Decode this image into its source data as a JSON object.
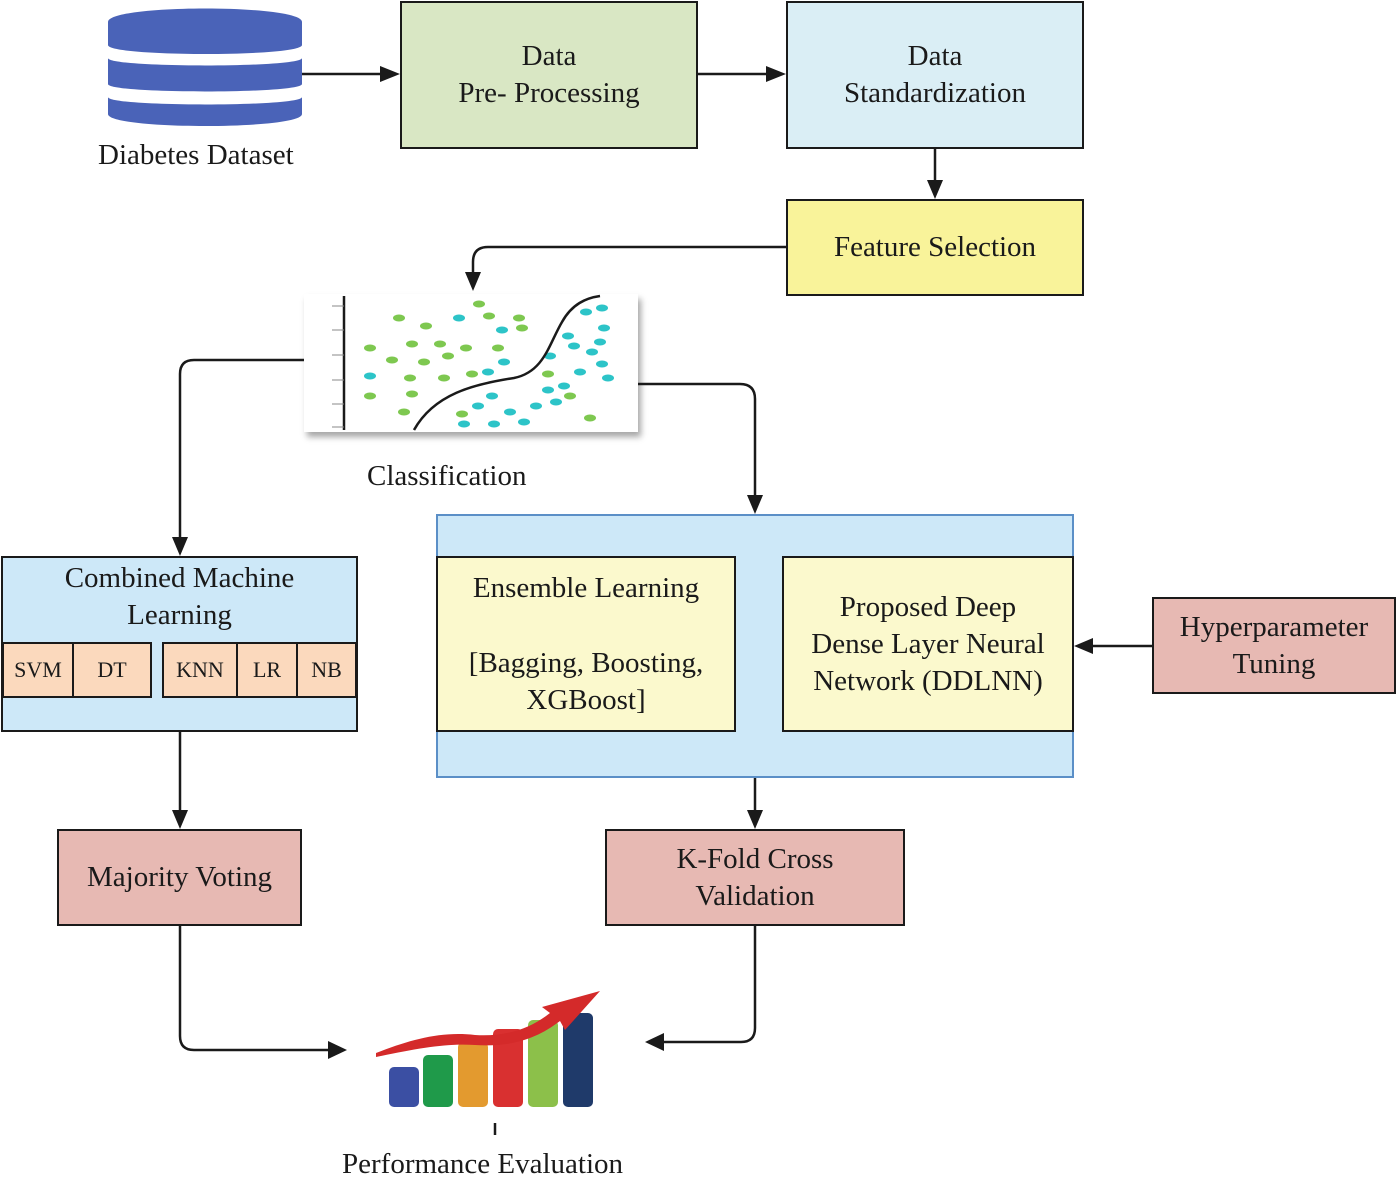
{
  "nodes": {
    "dataset_label": "Diabetes Dataset",
    "preprocessing": {
      "line1": "Data",
      "line2": "Pre- Processing"
    },
    "standardization": {
      "line1": "Data",
      "line2": "Standardization"
    },
    "feature_selection": "Feature Selection",
    "classification_label": "Classification",
    "combined_ml": {
      "line1": "Combined Machine",
      "line2": "Learning",
      "algorithms": [
        "SVM",
        "DT",
        "KNN",
        "LR",
        "NB"
      ]
    },
    "ensemble": {
      "line1": "Ensemble Learning",
      "line2": "[Bagging, Boosting,",
      "line3": "XGBoost]"
    },
    "ddlnn": {
      "line1": "Proposed Deep",
      "line2": "Dense Layer Neural",
      "line3": "Network (DDLNN)"
    },
    "hyperparameter": {
      "line1": "Hyperparameter",
      "line2": "Tuning"
    },
    "majority_voting": "Majority Voting",
    "kfold": {
      "line1": "K-Fold Cross",
      "line2": "Validation"
    },
    "performance_label": "Performance Evaluation"
  },
  "colors": {
    "preprocessing": "#d9e7c4",
    "standardization": "#daeef5",
    "feature_selection": "#f9f39a",
    "pink_boxes": "#e7b9b3",
    "container": "#cde8f8",
    "inner_boxes": "#fbf9cd",
    "algorithm_cells": "#fbd9bd",
    "database_icon": "#4a63b8",
    "scatter_green": "#7ec850",
    "scatter_cyan": "#2dc4c8",
    "chart_bars": [
      "#3b4fa3",
      "#1f9a4a",
      "#e39a2f",
      "#d93030",
      "#8cc04a",
      "#1f3a6a"
    ],
    "trend_arrow": "#d42a2a"
  }
}
